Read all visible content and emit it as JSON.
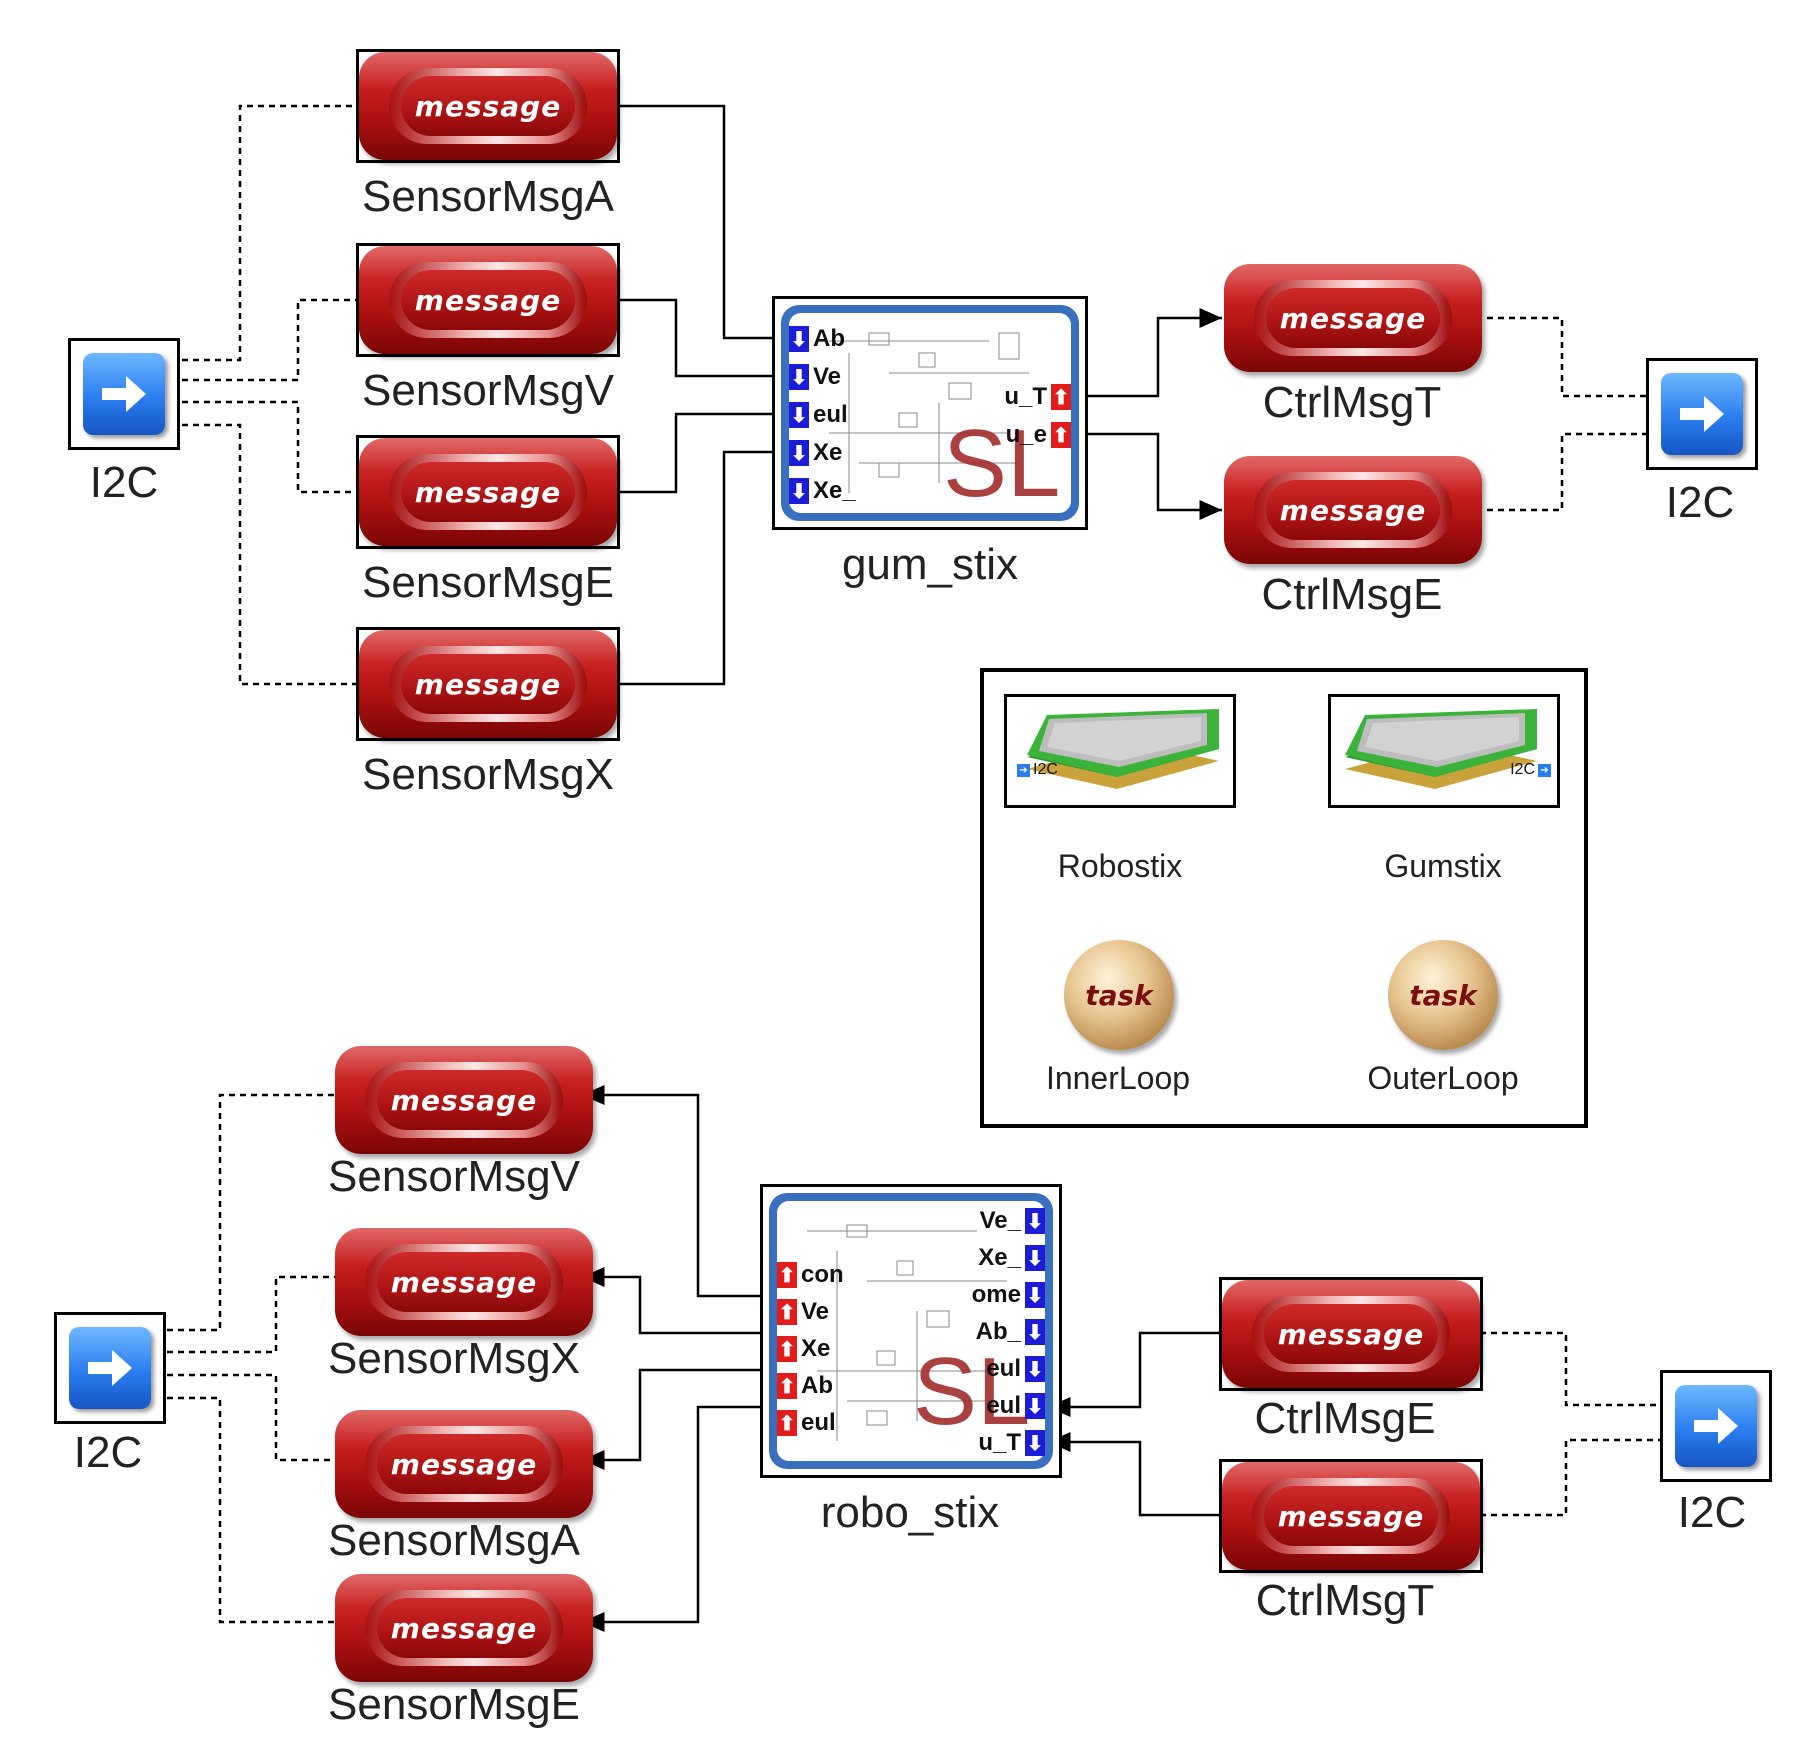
{
  "top_section": {
    "left_i2c_label": "I2C",
    "right_i2c_label": "I2C",
    "messages_in": [
      {
        "block_text": "message",
        "label": "SensorMsgA"
      },
      {
        "block_text": "message",
        "label": "SensorMsgV"
      },
      {
        "block_text": "message",
        "label": "SensorMsgE"
      },
      {
        "block_text": "message",
        "label": "SensorMsgX"
      }
    ],
    "subsystem": {
      "label": "gum_stix",
      "mark": "SL",
      "inports": [
        "Ab",
        "Ve",
        "eul",
        "Xe",
        "Xe_"
      ],
      "outports": [
        "u_T",
        "u_e"
      ]
    },
    "messages_out": [
      {
        "block_text": "message",
        "label": "CtrlMsgT"
      },
      {
        "block_text": "message",
        "label": "CtrlMsgE"
      }
    ]
  },
  "processor_panel": {
    "processors": [
      {
        "label": "Robostix",
        "port": "I2C"
      },
      {
        "label": "Gumstix",
        "port": "I2C"
      }
    ],
    "tasks": [
      {
        "block_text": "task",
        "label": "InnerLoop"
      },
      {
        "block_text": "task",
        "label": "OuterLoop"
      }
    ]
  },
  "bottom_section": {
    "left_i2c_label": "I2C",
    "right_i2c_label": "I2C",
    "messages_out": [
      {
        "block_text": "message",
        "label": "SensorMsgV"
      },
      {
        "block_text": "message",
        "label": "SensorMsgX"
      },
      {
        "block_text": "message",
        "label": "SensorMsgA"
      },
      {
        "block_text": "message",
        "label": "SensorMsgE"
      }
    ],
    "subsystem": {
      "label": "robo_stix",
      "mark": "SL",
      "outports": [
        "con",
        "Ve",
        "Xe",
        "Ab",
        "eul"
      ],
      "inports": [
        "Ve_",
        "Xe_",
        "ome",
        "Ab_",
        "eul",
        "eul",
        "u_T"
      ]
    },
    "messages_in": [
      {
        "block_text": "message",
        "label": "CtrlMsgE"
      },
      {
        "block_text": "message",
        "label": "CtrlMsgT"
      }
    ]
  },
  "colors": {
    "message_red": "#b01414",
    "goto_blue": "#2a7df0",
    "subsystem_frame": "#3a6fc0",
    "inport_blue": "#1b1bd8",
    "outport_red": "#e21b1b",
    "sl_mark": "#a33030",
    "task_gold": "#d9b47a"
  },
  "icons": {
    "goto": "right-arrow-icon",
    "processor": "chip-icon"
  }
}
